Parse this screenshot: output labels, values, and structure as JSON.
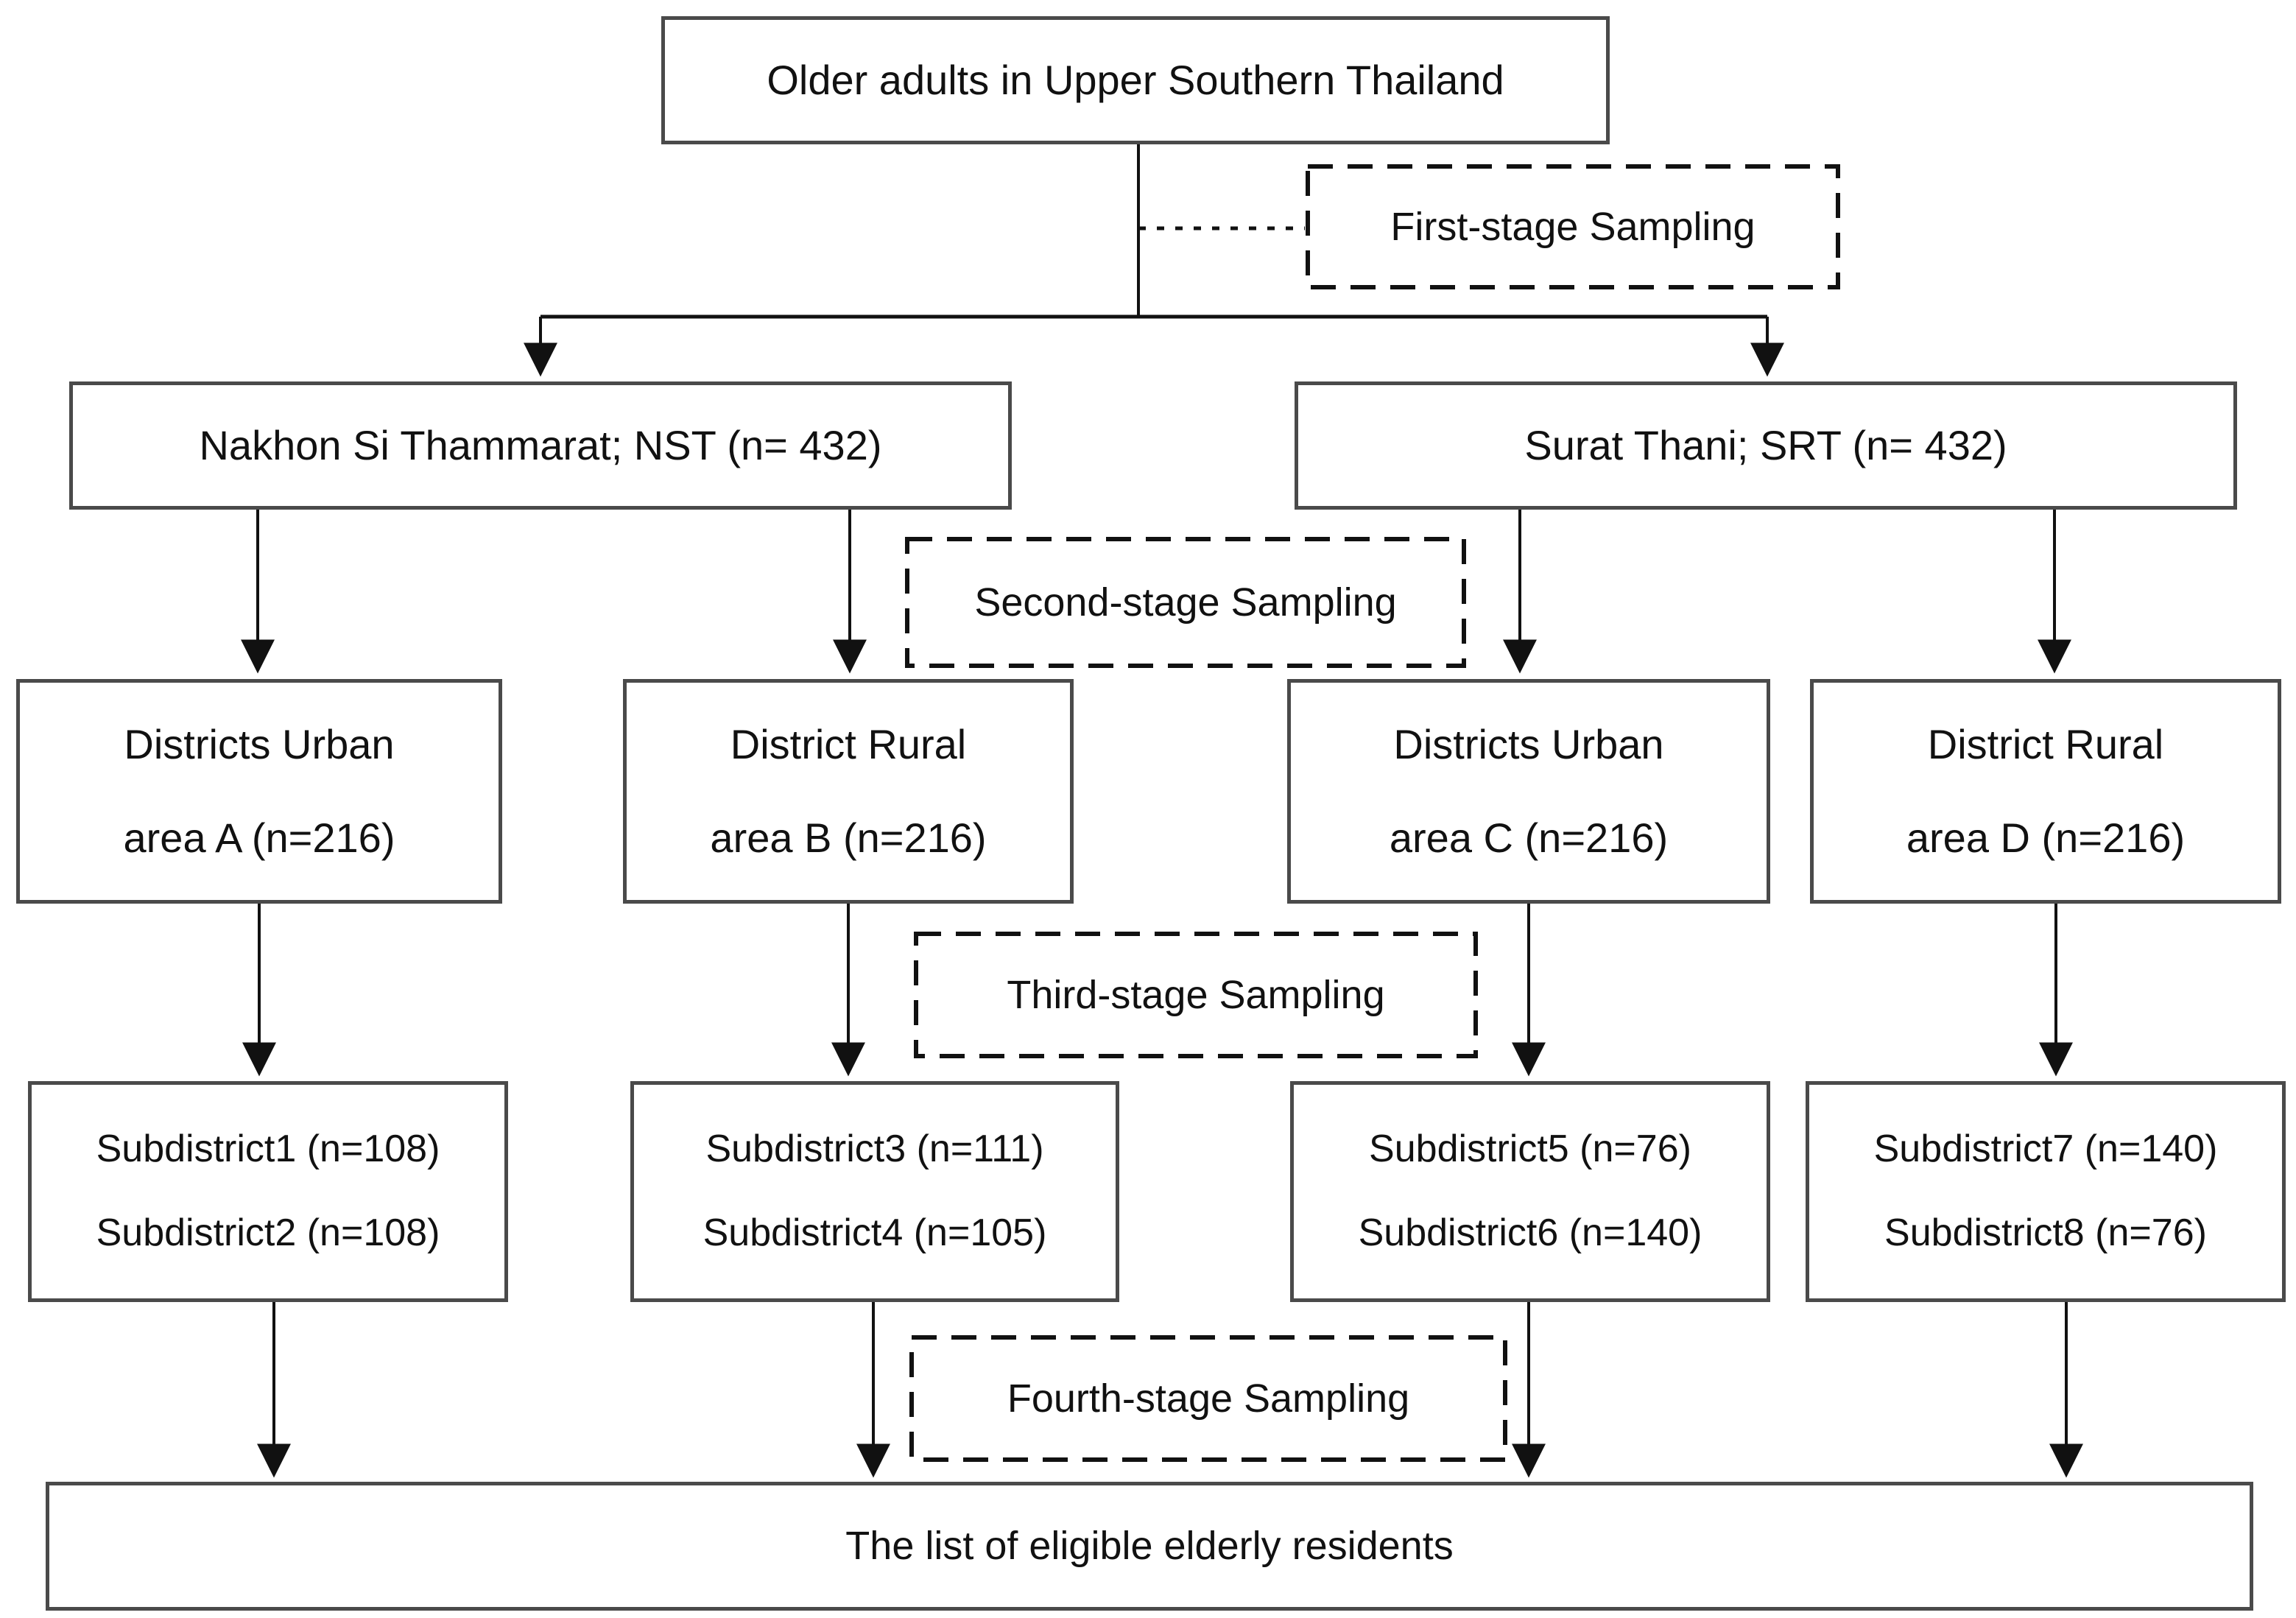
{
  "flow": {
    "root": {
      "label": "Older adults in Upper Southern Thailand"
    },
    "stages": [
      {
        "label": "First-stage Sampling"
      },
      {
        "label": "Second-stage Sampling"
      },
      {
        "label": "Third-stage Sampling"
      },
      {
        "label": "Fourth-stage Sampling"
      }
    ],
    "provinces": [
      {
        "label": "Nakhon Si Thammarat; NST (n= 432)"
      },
      {
        "label": "Surat Thani; SRT (n= 432)"
      }
    ],
    "districts": [
      {
        "line1": "Districts Urban",
        "line2": "area A (n=216)"
      },
      {
        "line1": "District Rural",
        "line2": "area B (n=216)"
      },
      {
        "line1": "Districts Urban",
        "line2": "area C (n=216)"
      },
      {
        "line1": "District Rural",
        "line2": "area D (n=216)"
      }
    ],
    "subdistricts": [
      {
        "line1": "Subdistrict1 (n=108)",
        "line2": "Subdistrict2 (n=108)"
      },
      {
        "line1": "Subdistrict3 (n=111)",
        "line2": "Subdistrict4 (n=105)"
      },
      {
        "line1": "Subdistrict5 (n=76)",
        "line2": "Subdistrict6 (n=140)"
      },
      {
        "line1": "Subdistrict7 (n=140)",
        "line2": "Subdistrict8 (n=76)"
      }
    ],
    "result": {
      "label": "The list of eligible elderly residents"
    },
    "colors": {
      "box_border": "#4a4a4a",
      "dashed_border": "#111111",
      "connector_line": "#111111",
      "text": "#111111",
      "background": "#ffffff"
    }
  }
}
